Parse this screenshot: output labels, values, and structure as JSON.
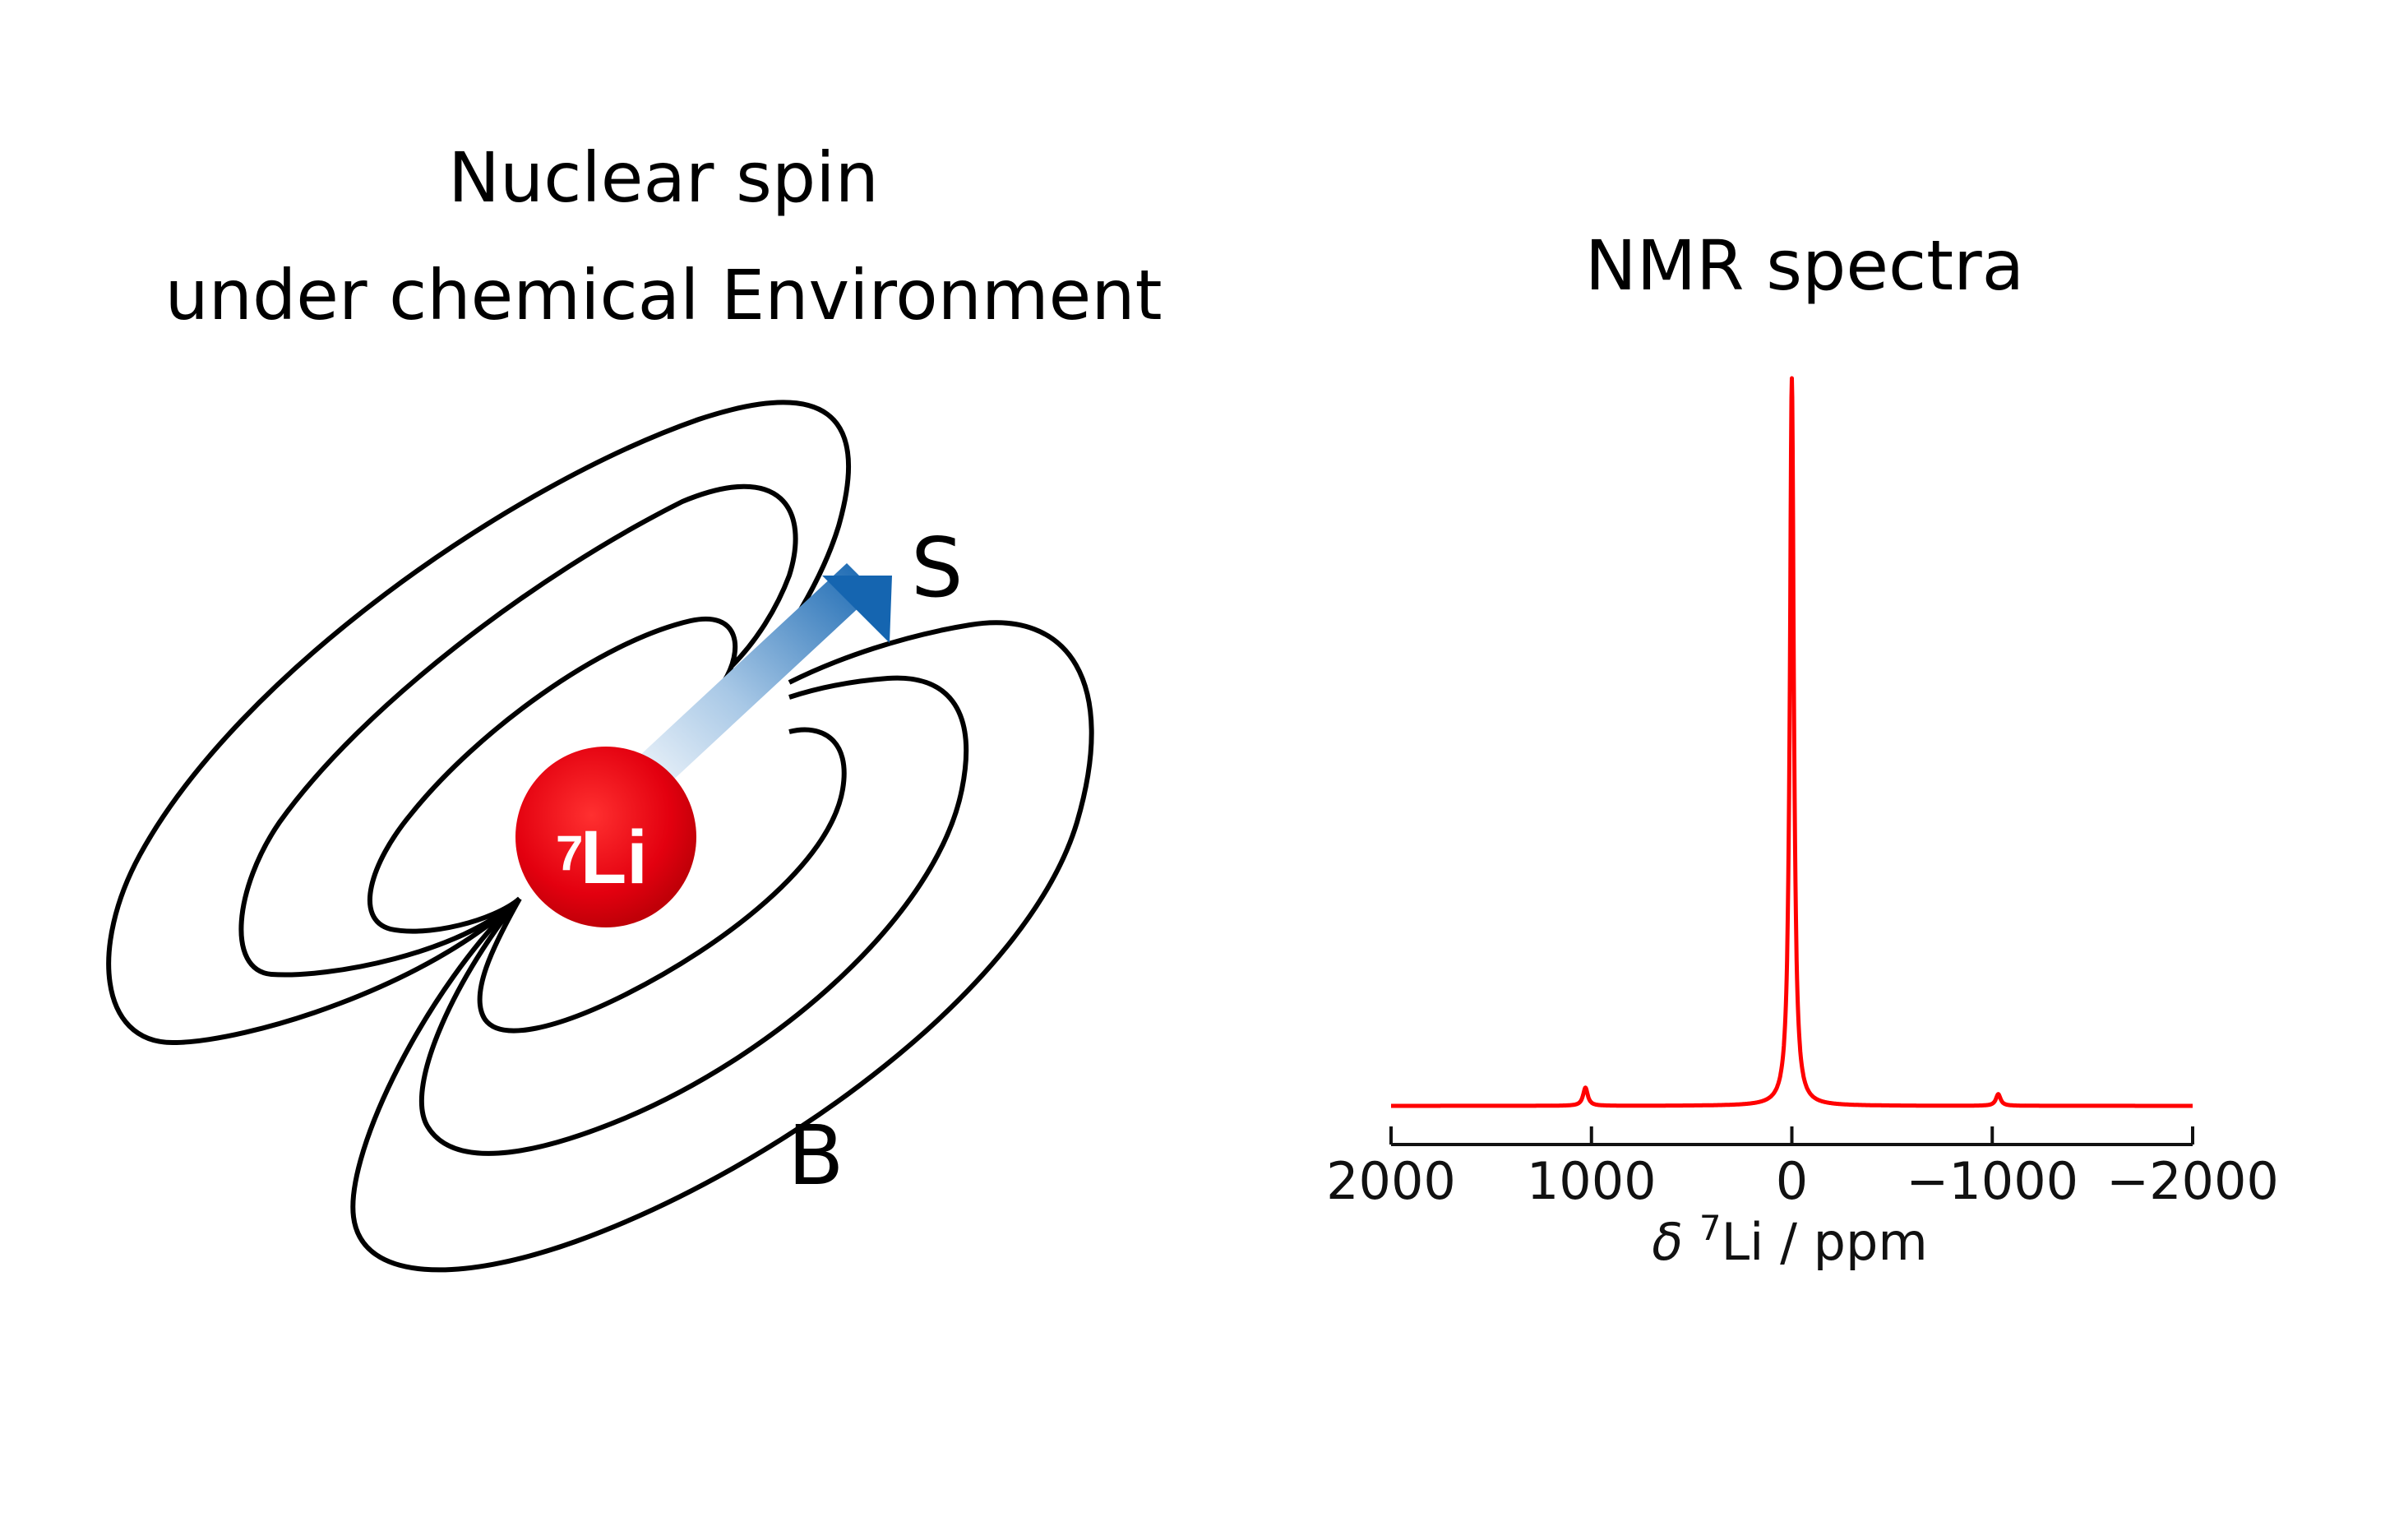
{
  "diagram": {
    "title_line1": "Nuclear spin",
    "title_line2": "under chemical Environment",
    "nucleus_mass_number": "7",
    "nucleus_symbol": "Li",
    "spin_label": "S",
    "field_label": "B",
    "nucleus_color": "#e3000f",
    "arrow_color": "#1a6fb8"
  },
  "spectrum": {
    "title": "NMR spectra",
    "line_color": "#ff0000",
    "xlabel_prefix": "δ ",
    "xlabel_sup": "7",
    "xlabel_rest": "Li / ppm",
    "tick_labels": [
      "2000",
      "1000",
      "0",
      "−1000",
      "−2000"
    ]
  },
  "chart_data": {
    "type": "line",
    "title": "NMR spectra",
    "xlabel": "δ 7Li / ppm",
    "xlim": [
      2000,
      -2000
    ],
    "x_axis_reversed": true,
    "xticks": [
      2000,
      1000,
      0,
      -1000,
      -2000
    ],
    "y_axis_shown": false,
    "grid": false,
    "peaks": [
      {
        "position_ppm": 0,
        "relative_height": 1.0,
        "type": "center band"
      },
      {
        "position_ppm": 1030,
        "relative_height": 0.025,
        "type": "spinning sideband"
      },
      {
        "position_ppm": -1030,
        "relative_height": 0.016,
        "type": "spinning sideband"
      }
    ]
  }
}
